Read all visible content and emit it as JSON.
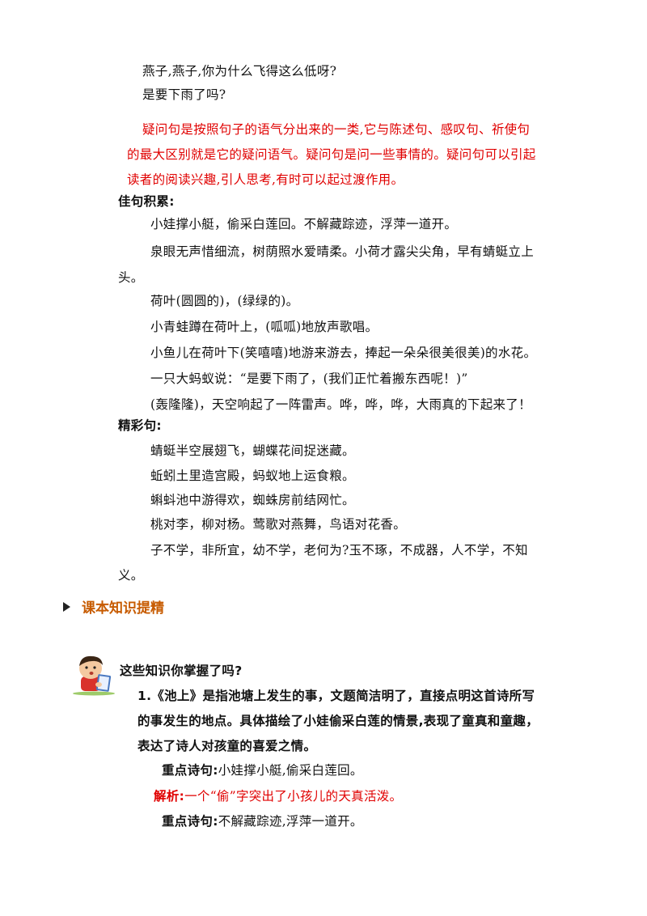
{
  "lines": {
    "l1": "燕子,燕子,你为什么飞得这么低呀?",
    "l2": "是要下雨了吗?",
    "def1": "疑问句是按照句子的语气分出来的一类,它与陈述句、感叹句、祈使句",
    "def2": "的最大区别就是它的疑问语气。疑问句是问一些事情的。疑问句可以引起",
    "def3": "读者的阅读兴趣,引人思考,有时可以起过渡作用。",
    "h_jiaju": "佳句积累:",
    "j1": "小娃撑小艇，偷采白莲回。不解藏踪迹，浮萍一道开。",
    "j2a": "泉眼无声惜细流，树荫照水爱晴柔。小荷才露尖尖角，早有蜻蜓立上",
    "j2b": "头。",
    "j3": "荷叶(圆圆的)，(绿绿的)。",
    "j4": "小青蛙蹲在荷叶上，(呱呱)地放声歌唱。",
    "j5": "小鱼儿在荷叶下(笑嘻嘻)地游来游去，捧起一朵朵很美很美)的水花。",
    "j6": "一只大蚂蚁说：“是要下雨了，(我们正忙着搬东西呢！)”",
    "j7": "(轰隆隆)，天空响起了一阵雷声。哗，哗，哗，大雨真的下起来了！",
    "h_jingcai": "精彩句:",
    "c1": "蜻蜓半空展翅飞，蝴蝶花间捉迷藏。",
    "c2": "蚯蚓土里造宫殿，蚂蚁地上运食粮。",
    "c3": "蝌蚪池中游得欢，蜘蛛房前结网忙。",
    "c4": "桃对李，柳对杨。莺歌对燕舞，鸟语对花香。",
    "c5a": "子不学，非所宜，幼不学，老何为?玉不琢，不成器，人不学，不知",
    "c5b": "义。"
  },
  "section": {
    "title": "课本知识提精"
  },
  "knowledge": {
    "question": "这些知识你掌握了吗?",
    "p1a": "1.《池上》是指池塘上发生的事，文题简洁明了，直接点明这首诗所写",
    "p1b": "的事发生的地点。具体描绘了小娃偷采白莲的情景,表现了童真和童趣，",
    "p1c": "表达了诗人对孩童的喜爱之情。",
    "k1_label": "重点诗句:",
    "k1_text": "小娃撑小艇,偷采白莲回。",
    "jx_label": "解析:",
    "jx_text": "一个“偷”字突出了小孩儿的天真活泼。",
    "k2_label": "重点诗句:",
    "k2_text": "不解藏踪迹,浮萍一道开。"
  },
  "colors": {
    "red": "#e00000",
    "section_title": "#c75b00"
  },
  "icons": {
    "section_marker": "arrow-icon",
    "illustration": "reading-boy-icon"
  }
}
